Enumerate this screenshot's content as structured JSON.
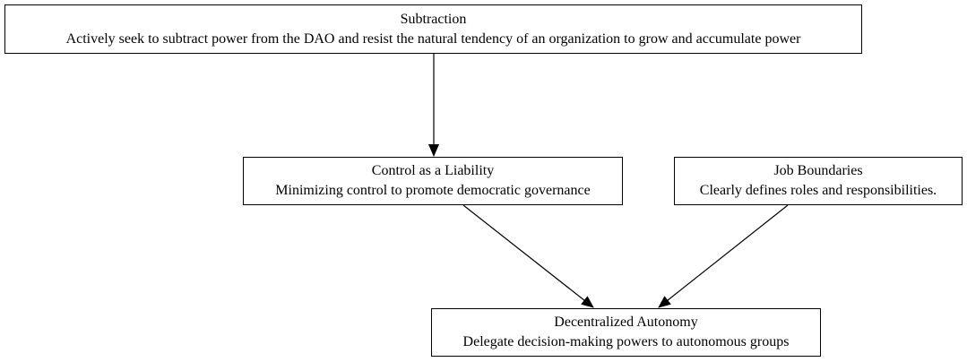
{
  "diagram": {
    "nodes": {
      "subtraction": {
        "title": "Subtraction",
        "description": "Actively seek to subtract power from the DAO and resist the natural tendency of an organization to grow and accumulate power"
      },
      "control": {
        "title": "Control as a Liability",
        "description": "Minimizing control to promote democratic governance"
      },
      "job": {
        "title": "Job Boundaries",
        "description": "Clearly defines roles and responsibilities."
      },
      "autonomy": {
        "title": "Decentralized Autonomy",
        "description": "Delegate decision-making powers to autonomous groups"
      }
    },
    "edges": [
      {
        "from": "Subtraction",
        "to": "Control as a Liability"
      },
      {
        "from": "Control as a Liability",
        "to": "Decentralized Autonomy"
      },
      {
        "from": "Job Boundaries",
        "to": "Decentralized Autonomy"
      }
    ],
    "colors": {
      "stroke": "#000000",
      "background": "#ffffff"
    }
  }
}
